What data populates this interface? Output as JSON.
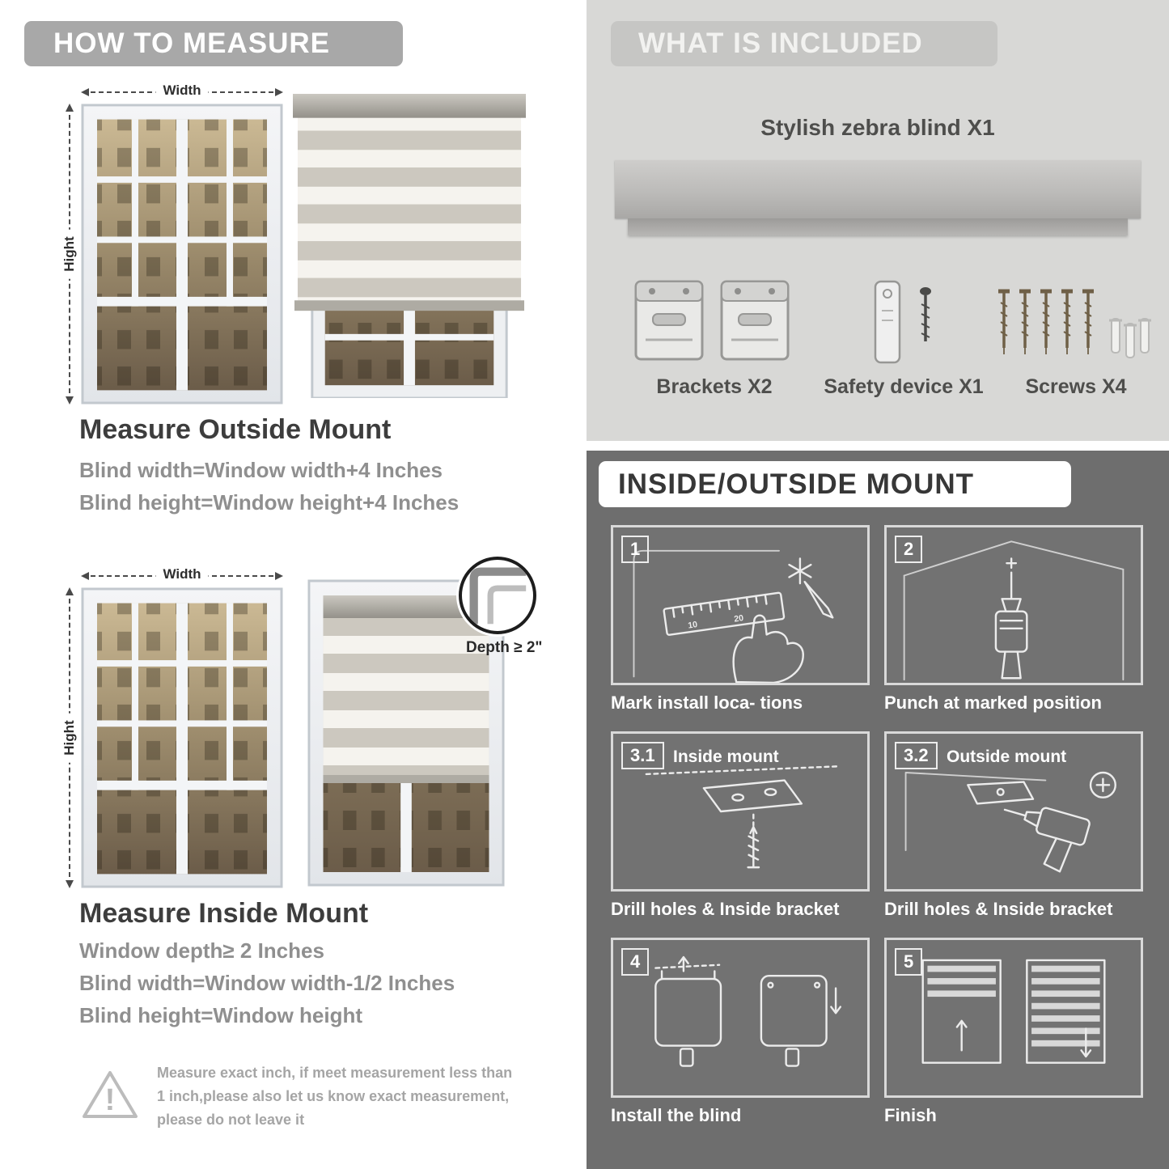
{
  "palette": {
    "left_banner": "#a8a8a8",
    "included_bg": "#d8d8d6",
    "included_banner": "#c6c6c4",
    "mount_bg": "#6e6e6e",
    "title_text": "#3d3d3d",
    "formula_text": "#8f8f8f"
  },
  "left": {
    "header": "HOW TO MEASURE",
    "warning_glyph": "!",
    "outside": {
      "width_label": "Width",
      "height_label": "Hight",
      "title": "Measure Outside Mount",
      "line1": "Blind width=Window width+4 Inches",
      "line2": "Blind height=Window height+4 Inches"
    },
    "inside": {
      "width_label": "Width",
      "height_label": "Hight",
      "depth_label": "Depth ≥ 2\"",
      "title": "Measure Inside Mount",
      "line1": "Window depth≥ 2 Inches",
      "line2": "Blind width=Window width-1/2 Inches",
      "line3": "Blind height=Window height"
    },
    "warning": "Measure exact inch, if meet measurement less than 1 inch,please also let us know exact measurement, please do not leave it"
  },
  "included": {
    "header": "WHAT IS INCLUDED",
    "product": "Stylish zebra blind X1",
    "items": [
      {
        "name": "brackets",
        "label": "Brackets X2"
      },
      {
        "name": "safety-device",
        "label": "Safety device X1"
      },
      {
        "name": "screws",
        "label": "Screws X4"
      }
    ]
  },
  "mount": {
    "header": "INSIDE/OUTSIDE MOUNT",
    "steps": [
      {
        "num": "1",
        "caption": "Mark install loca- tions"
      },
      {
        "num": "2",
        "caption": "Punch at marked position"
      },
      {
        "num": "3.1",
        "inner_label": "Inside mount",
        "caption": "Drill holes & Inside bracket"
      },
      {
        "num": "3.2",
        "inner_label": "Outside mount",
        "caption": "Drill holes & Inside bracket"
      },
      {
        "num": "4",
        "caption": "Install the blind"
      },
      {
        "num": "5",
        "caption": "Finish"
      }
    ]
  }
}
